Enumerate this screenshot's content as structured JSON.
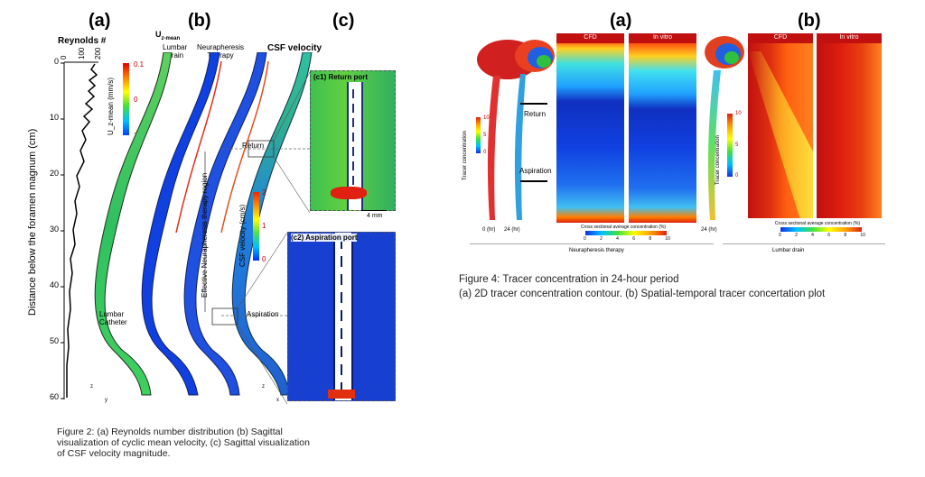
{
  "figure2": {
    "panel_a": "(a)",
    "panel_b": "(b)",
    "panel_c": "(c)",
    "reynolds_title": "Reynolds #",
    "re_ticks": [
      "0",
      "100",
      "200"
    ],
    "uz_title": "U",
    "uz_sub": "z-mean",
    "lumbar_drain": "Lumbar\nDrain",
    "neurapheresis": "Neurapheresis\nTherapy",
    "csf_title": "CSF velocity",
    "y_axis_label": "Distance below the foramen magnum (cm)",
    "y_ticks": [
      "0",
      "10",
      "20",
      "30",
      "40",
      "50",
      "60"
    ],
    "uz_colorbar_label": "U_z-mean (mm/s)",
    "uz_ticks": [
      "0.1",
      "0",
      "-0.1"
    ],
    "csf_colorbar_label": "CSF velocity (cm/s)",
    "csf_ticks": [
      "2",
      "1",
      "0"
    ],
    "effective_region": "Effective Neurapheresis therapy region",
    "lumbar_catheter": "Lumbar\nCatheter",
    "c1_title": "(c1) Return port",
    "c2_title": "(c2) Aspiration port",
    "return_label": "Return",
    "aspiration_label": "Aspiration",
    "scale_label": "4 mm",
    "axis_z": "z",
    "axis_y": "y",
    "axis_x": "x",
    "caption": "Figure 2: (a) Reynolds number distribution (b) Sagittal\nvisualization of cyclic mean velocity, (c) Sagittal visualization\nof CSF velocity magnitude."
  },
  "figure4": {
    "panel_a": "(a)",
    "panel_b": "(b)",
    "cfd_a": "CFD",
    "invitro_a": "In vitro",
    "cfd_b": "CFD",
    "invitro_b": "In vitro",
    "return_label": "Return",
    "aspiration_label": "Aspiration",
    "time0": "0 (hr)",
    "time24a": "24 (hr)",
    "time24b": "24 (hr)",
    "tracer_label_a": "Tracer concentration",
    "tracer_label_b": "Tracer concentration",
    "tracer_ticks": [
      "10",
      "5",
      "0"
    ],
    "xs_label": "Cross sectional average concentration (%)",
    "xs_ticks": [
      "0",
      "2",
      "4",
      "6",
      "8",
      "10"
    ],
    "neurapheresis": "Neurapheresis therapy",
    "lumbar_drain": "Lumbar drain",
    "caption_title": "Figure 4: Tracer concentration in 24-hour period",
    "caption_body": "(a) 2D tracer concentration contour. (b) Spatial-temporal tracer concertation plot"
  }
}
